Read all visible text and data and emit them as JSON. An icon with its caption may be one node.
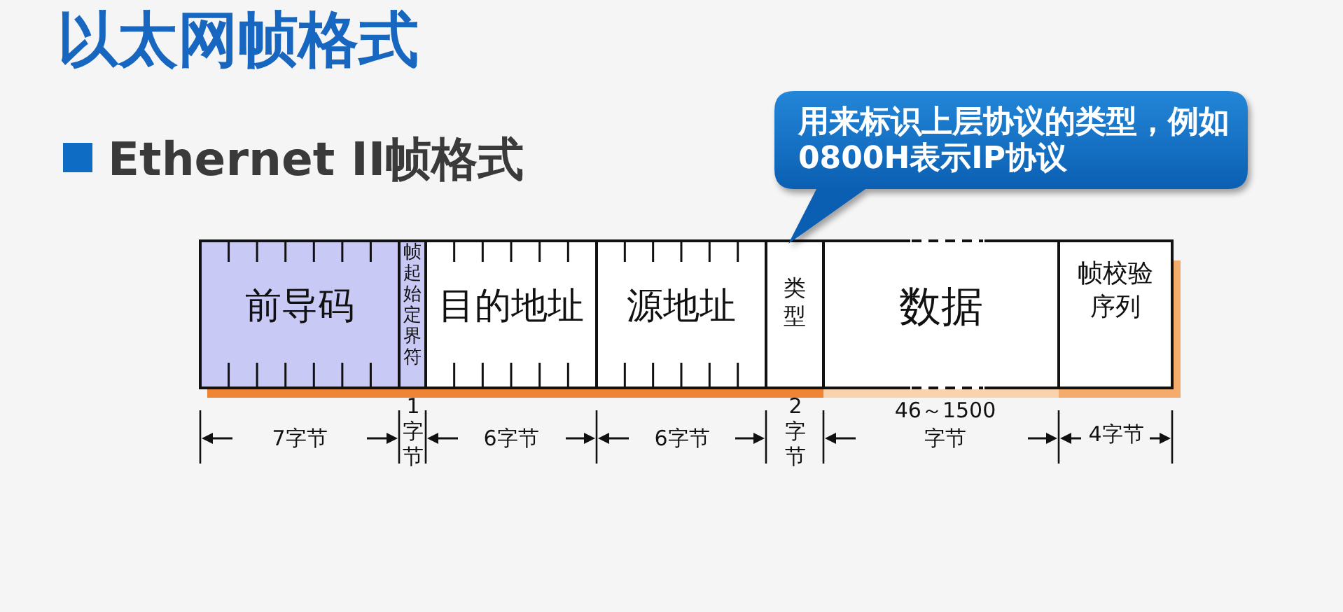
{
  "diagram": {
    "title": "以太网帧格式",
    "nodes": [
      {
        "text": [
          "用来标识上层协议的类型，例如0800H表示IP协议"
        ]
      },
      {
        "text": [
          "前导码"
        ]
      },
      {
        "text": [
          "帧起始定界符"
        ]
      },
      {
        "text": [
          "目的地址"
        ]
      },
      {
        "text": [
          "源地址"
        ]
      },
      {
        "text": [
          "类型"
        ]
      },
      {
        "text": [
          "数据"
        ]
      },
      {
        "text": [
          "帧校验序列"
        ]
      }
    ],
    "labels": [
      "Ethernet II帧格式",
      "7字节",
      "1字节",
      "6字节",
      "6字节",
      "2字节",
      "46～1500字节",
      "4字节"
    ]
  }
}
